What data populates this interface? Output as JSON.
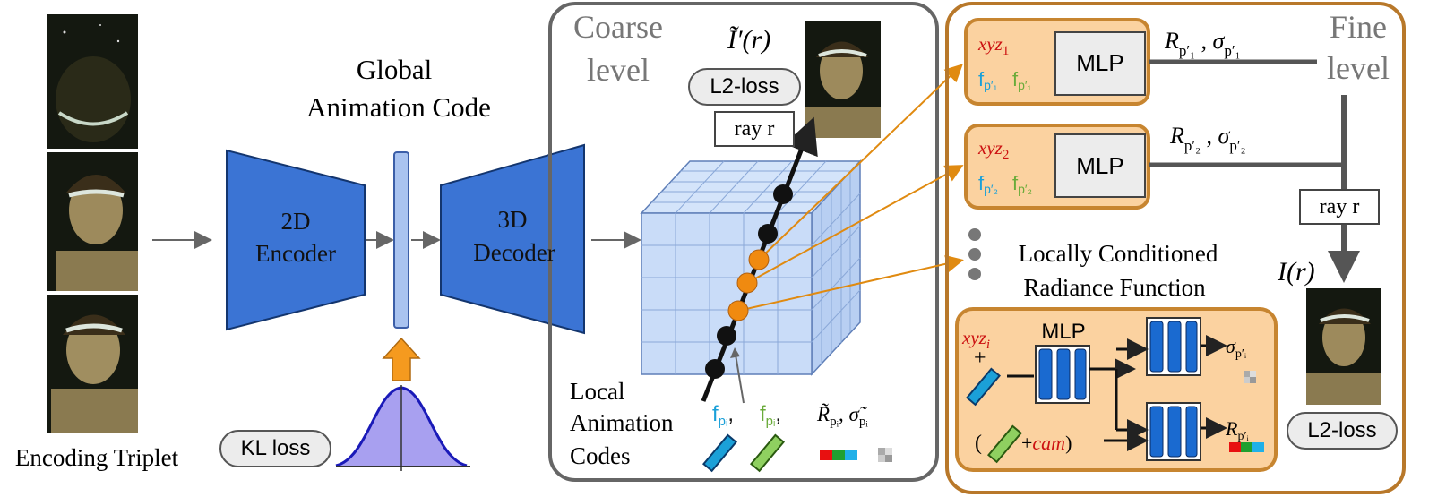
{
  "title": {
    "line1": "Global",
    "line2": "Animation Code"
  },
  "encoding_triplet": "Encoding Triplet",
  "encoder": {
    "line1": "2D",
    "line2": "Encoder"
  },
  "decoder": {
    "line1": "3D",
    "line2": "Decoder"
  },
  "kl_loss": "KL loss",
  "coarse": {
    "line1": "Coarse",
    "line2": "level"
  },
  "fine": {
    "line1": "Fine",
    "line2": "level"
  },
  "l2_loss": "L2-loss",
  "ray_r": "ray r",
  "local_codes": {
    "line1": "Local",
    "line2": "Animation",
    "line3": "Codes"
  },
  "locally_conditioned": {
    "line1": "Locally Conditioned",
    "line2": "Radiance Function"
  },
  "mlp": "MLP",
  "colors": {
    "encoder": "#3b74d4",
    "orange": "#f59a1f",
    "box_fill": "#fbd2a0",
    "box_border": "#c78530",
    "cube": "#c9dcf8",
    "red": "#cc1111",
    "cyan": "#1ba0d8",
    "green": "#6aab3a",
    "dark": "#555555"
  }
}
